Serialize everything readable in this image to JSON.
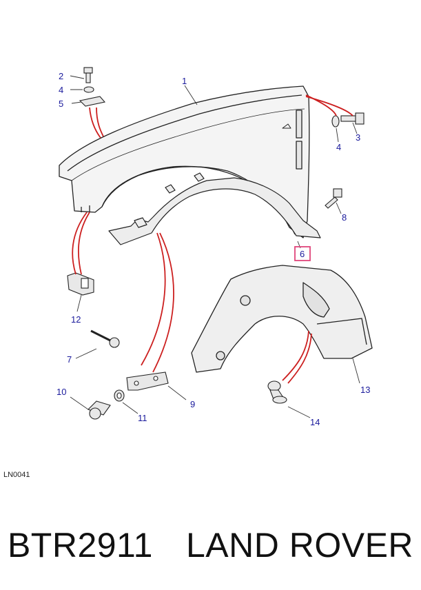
{
  "diagram": {
    "drawing_ref": "LN0041",
    "highlight_color": "#e0457b",
    "leader_color": "#cc1f1f",
    "callout_color": "#1a1a9c",
    "callouts": [
      {
        "id": "c1",
        "label": "1"
      },
      {
        "id": "c2",
        "label": "2"
      },
      {
        "id": "c3",
        "label": "3"
      },
      {
        "id": "c4a",
        "label": "4"
      },
      {
        "id": "c4b",
        "label": "4"
      },
      {
        "id": "c5",
        "label": "5"
      },
      {
        "id": "c6",
        "label": "6"
      },
      {
        "id": "c7",
        "label": "7"
      },
      {
        "id": "c8",
        "label": "8"
      },
      {
        "id": "c9",
        "label": "9"
      },
      {
        "id": "c10",
        "label": "10"
      },
      {
        "id": "c11",
        "label": "11"
      },
      {
        "id": "c12",
        "label": "12"
      },
      {
        "id": "c13",
        "label": "13"
      },
      {
        "id": "c14",
        "label": "14"
      }
    ]
  },
  "caption": {
    "part_number": "BTR2911",
    "brand": "LAND ROVER"
  }
}
